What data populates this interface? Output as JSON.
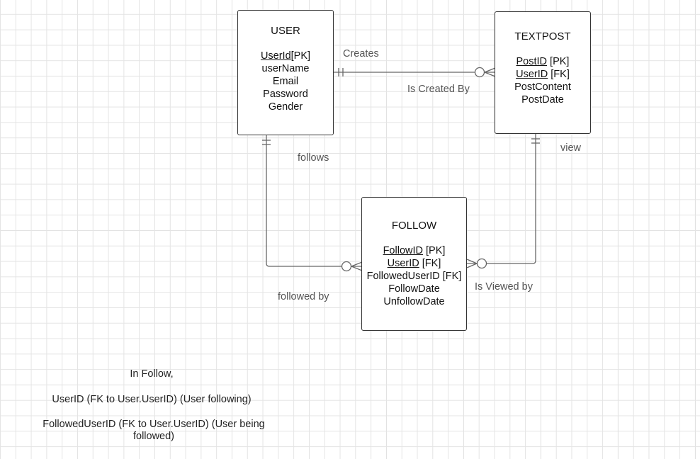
{
  "entities": {
    "user": {
      "title": "USER",
      "attrs": [
        {
          "key": "UserId",
          "suffix": "[PK]"
        },
        {
          "text": "userName"
        },
        {
          "text": "Email"
        },
        {
          "text": "Password"
        },
        {
          "text": "Gender"
        }
      ]
    },
    "textpost": {
      "title": "TEXTPOST",
      "attrs": [
        {
          "key": "PostID",
          "suffix": " [PK]"
        },
        {
          "key": "UserID",
          "suffix": " [FK]"
        },
        {
          "text": "PostContent"
        },
        {
          "text": "PostDate"
        }
      ]
    },
    "follow": {
      "title": "FOLLOW",
      "attrs": [
        {
          "key": "FollowID",
          "suffix": " [PK]"
        },
        {
          "key": "UserID",
          "suffix": " [FK]"
        },
        {
          "text": "FollowedUserID [FK]"
        },
        {
          "text": "FollowDate"
        },
        {
          "text": "UnfollowDate"
        }
      ]
    }
  },
  "relationships": {
    "creates": "Creates",
    "is_created_by": "Is Created By",
    "follows": "follows",
    "followed_by": "followed by",
    "view": "view",
    "is_viewed_by": "Is Viewed by"
  },
  "note": {
    "heading": "In Follow,",
    "line1": "UserID (FK to User.UserID) (User following)",
    "line2": "FollowedUserID (FK to User.UserID) (User being followed)"
  },
  "colors": {
    "grid_minor": "#e4e4e4",
    "grid_major": "#d0d0d0",
    "line": "#666666",
    "entity_border": "#333333"
  }
}
